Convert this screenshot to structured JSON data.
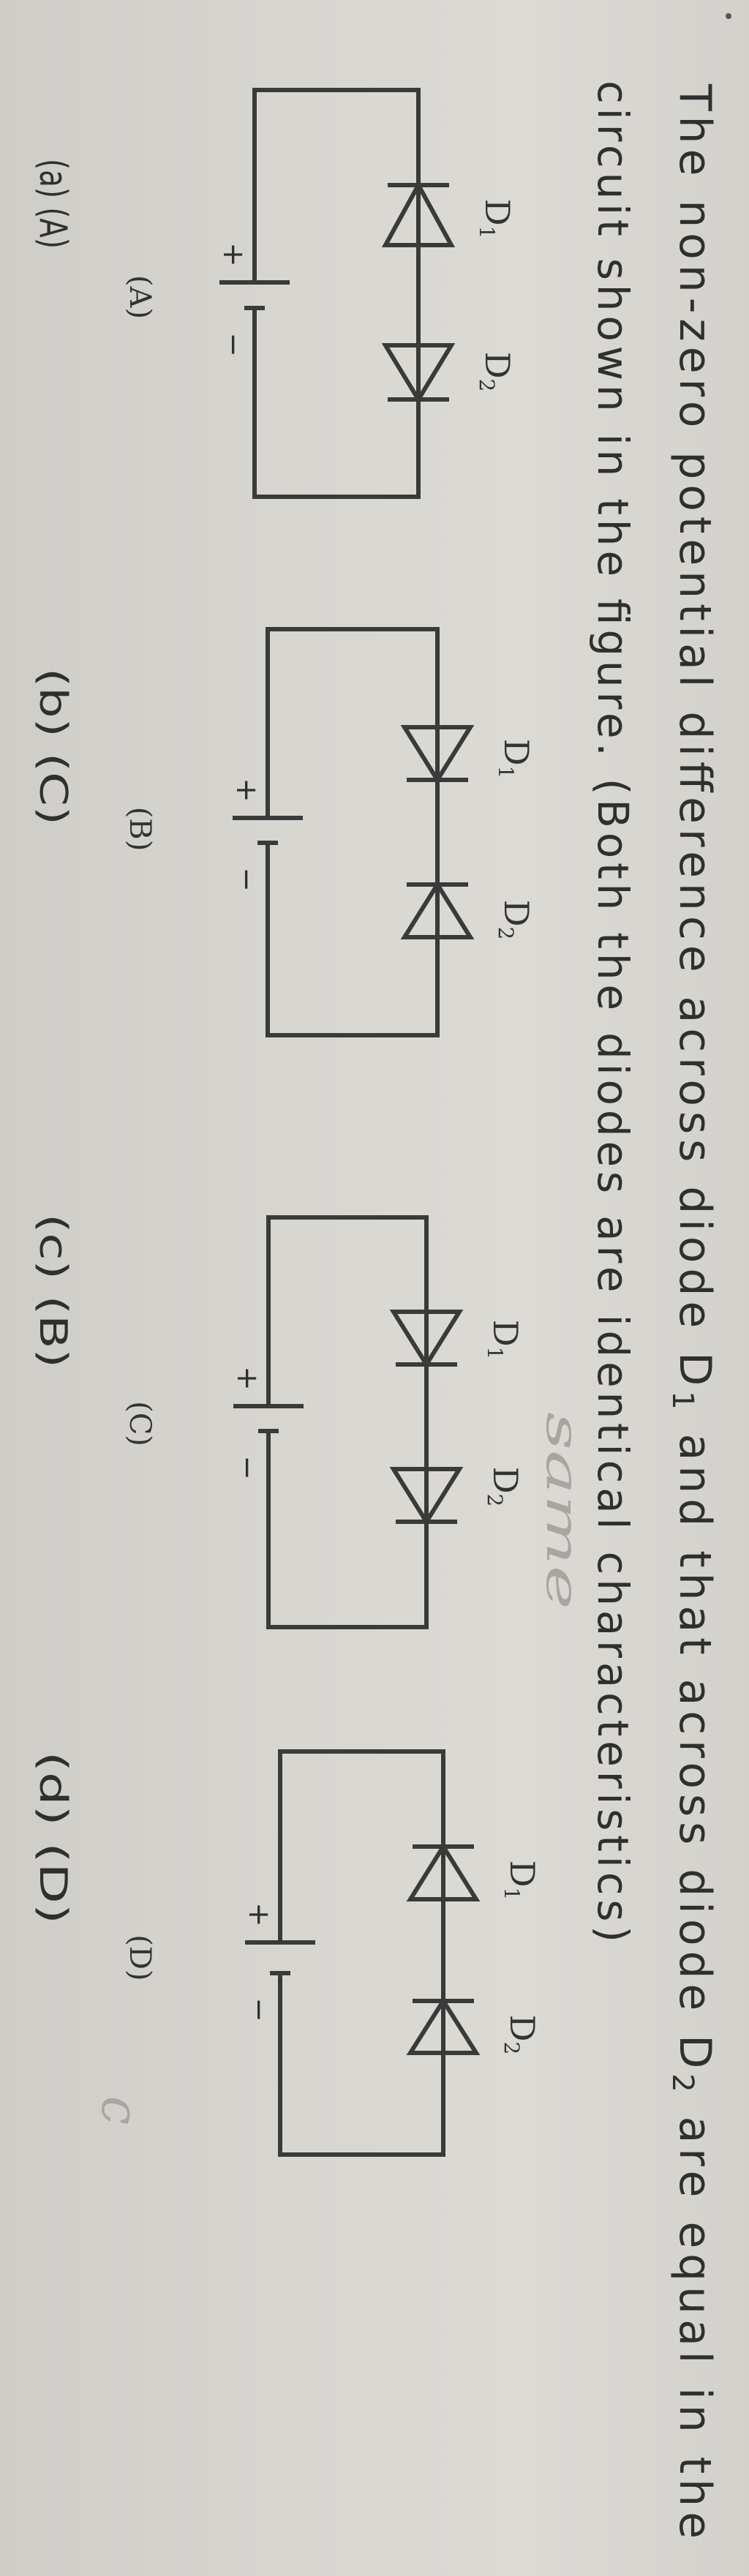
{
  "question": {
    "line1": [
      "The non-zero potential difference across diode D",
      "1",
      " and that across diode D",
      "2",
      " are equal in the"
    ],
    "line2": "circuit shown in the figure. (Both the diodes are identical characteristics)"
  },
  "circuits": [
    {
      "label": "(A)",
      "d1": "D",
      "d1_sub": "1",
      "d2": "D",
      "d2_sub": "2",
      "d1_points": "up",
      "d2_points": "down",
      "plus": "+",
      "minus": "−"
    },
    {
      "label": "(B)",
      "d1": "D",
      "d1_sub": "1",
      "d2": "D",
      "d2_sub": "2",
      "d1_points": "down",
      "d2_points": "up",
      "plus": "+",
      "minus": "−"
    },
    {
      "label": "(C)",
      "d1": "D",
      "d1_sub": "1",
      "d2": "D",
      "d2_sub": "2",
      "d1_points": "down",
      "d2_points": "down",
      "plus": "+",
      "minus": "−"
    },
    {
      "label": "(D)",
      "d1": "D",
      "d1_sub": "1",
      "d2": "D",
      "d2_sub": "2",
      "d1_points": "up",
      "d2_points": "up",
      "plus": "+",
      "minus": "−"
    }
  ],
  "options": [
    "(a) (A)",
    "(b) (C)",
    "(c) (B)",
    "(d) (D)"
  ],
  "handwritten_notes": [
    "same",
    "c"
  ],
  "colors": {
    "ink": "#2f2f2f",
    "paper": "#d5d3ce",
    "pencil": "#a8a6a1"
  }
}
